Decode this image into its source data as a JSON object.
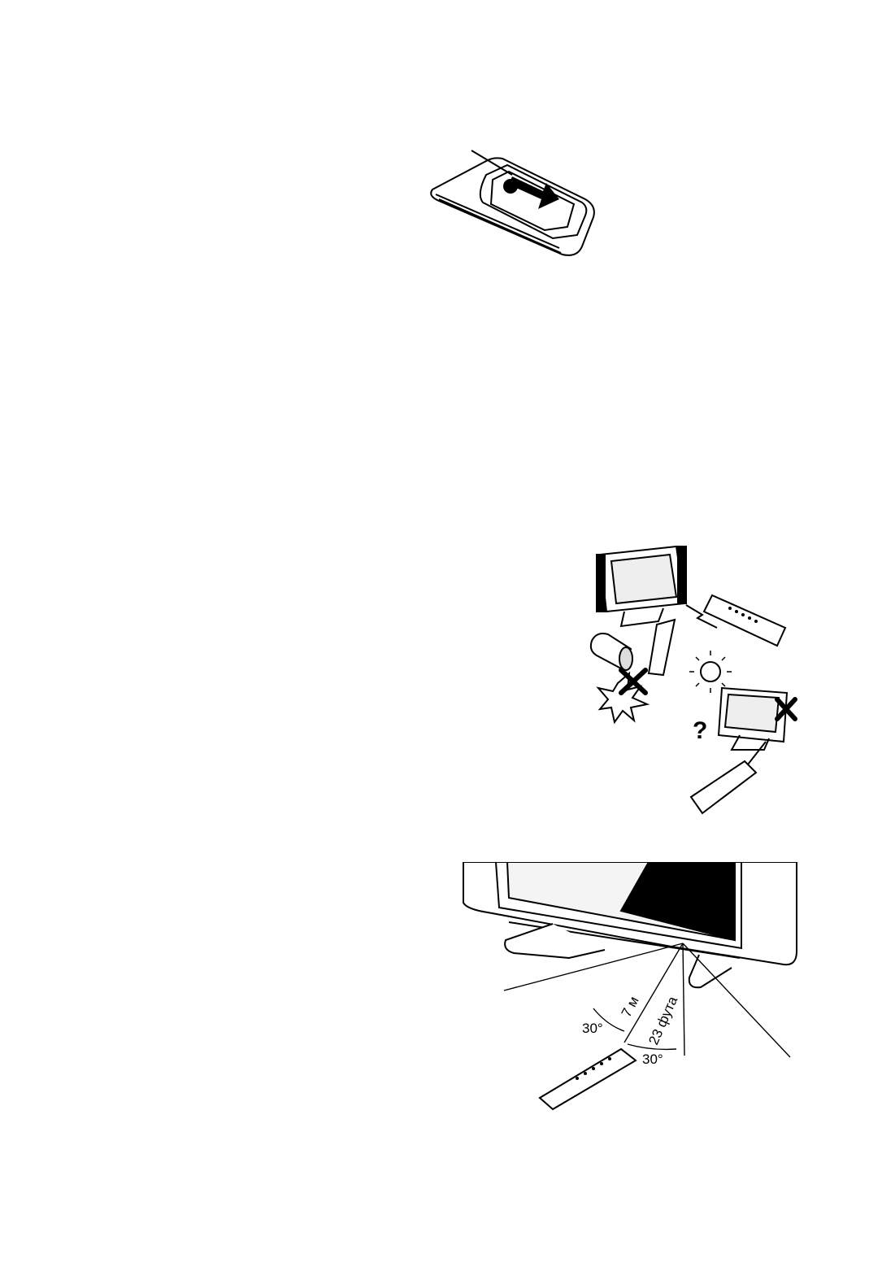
{
  "page": {
    "figures": [
      {
        "id": "battery-cover",
        "icon": "remote-battery-cover-illustration"
      },
      {
        "id": "usage-precautions",
        "icon": "remote-precautions-illustration"
      },
      {
        "id": "operating-range",
        "icon": "remote-operating-range-diagram"
      }
    ]
  },
  "range_diagram": {
    "angle_left": "30°",
    "angle_right": "30°",
    "distance_m": "7 м",
    "distance_ft": "23 фута"
  },
  "colors": {
    "ink": "#000000",
    "paper": "#ffffff",
    "shade": "#d8d8d8"
  }
}
